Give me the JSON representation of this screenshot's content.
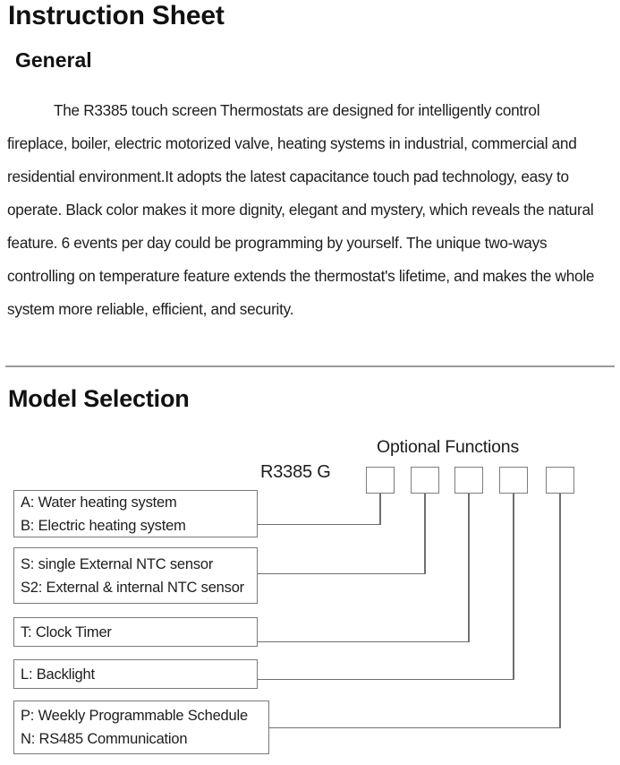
{
  "document": {
    "title": "Instruction Sheet",
    "sections": {
      "general": {
        "heading": "General",
        "paragraph": "The R3385 touch screen Thermostats are designed for intelligently control fireplace, boiler, electric motorized valve, heating systems in industrial, commercial and residential environment.It adopts the latest capacitance touch pad technology, easy to operate. Black color makes it more dignity, elegant and mystery, which reveals the natural feature. 6 events per day could be programming by yourself. The unique two-ways controlling on temperature feature extends the thermostat's lifetime, and makes the whole system more reliable, efficient, and security."
      },
      "model_selection": {
        "heading": "Model Selection",
        "optional_functions_caption": "Optional Functions",
        "model_code": "R3385 G",
        "option_slots": [
          "",
          "",
          "",
          "",
          ""
        ],
        "legend": [
          {
            "lines": [
              "A: Water heating system",
              "B: Electric heating system"
            ]
          },
          {
            "lines": [
              "S: single External NTC sensor",
              "S2: External & internal NTC sensor"
            ]
          },
          {
            "lines": [
              "T: Clock Timer"
            ]
          },
          {
            "lines": [
              "L: Backlight"
            ]
          },
          {
            "lines": [
              "P: Weekly Programmable Schedule",
              "N: RS485 Communication"
            ]
          }
        ]
      }
    }
  },
  "colors": {
    "text": "#1d1d1d",
    "heading": "#111111",
    "rule": "#9a9a9a",
    "box_border": "#7a7a7a",
    "connector": "#6f6f6f",
    "background": "#ffffff"
  }
}
